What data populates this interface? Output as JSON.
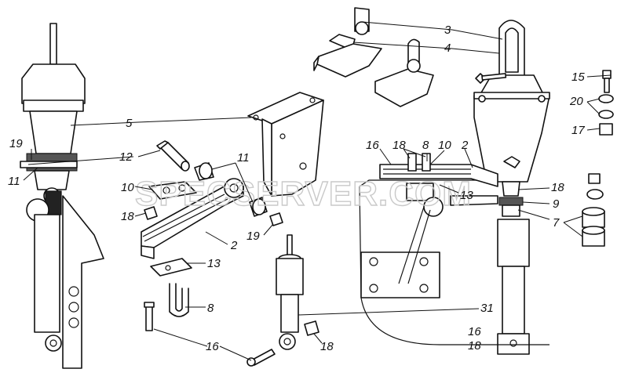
{
  "watermark": "SPECSERVER.COM",
  "callouts": {
    "c3": "3",
    "c4": "4",
    "c15": "15",
    "c20": "20",
    "c17": "17",
    "c5": "5",
    "c19a": "19",
    "c11a": "11",
    "c12": "12",
    "c11b": "11",
    "c10a": "10",
    "c18a": "18",
    "c19b": "19",
    "c2a": "2",
    "c13a": "13",
    "c8a": "8",
    "c16a": "16",
    "c18b": "18",
    "c16b": "16",
    "c18c": "18",
    "c8b": "8",
    "c10b": "10",
    "c2b": "2",
    "c13b": "13",
    "c18d": "18",
    "c9": "9",
    "c7": "7",
    "c31": "31",
    "c16c": "16",
    "c18e": "18"
  }
}
